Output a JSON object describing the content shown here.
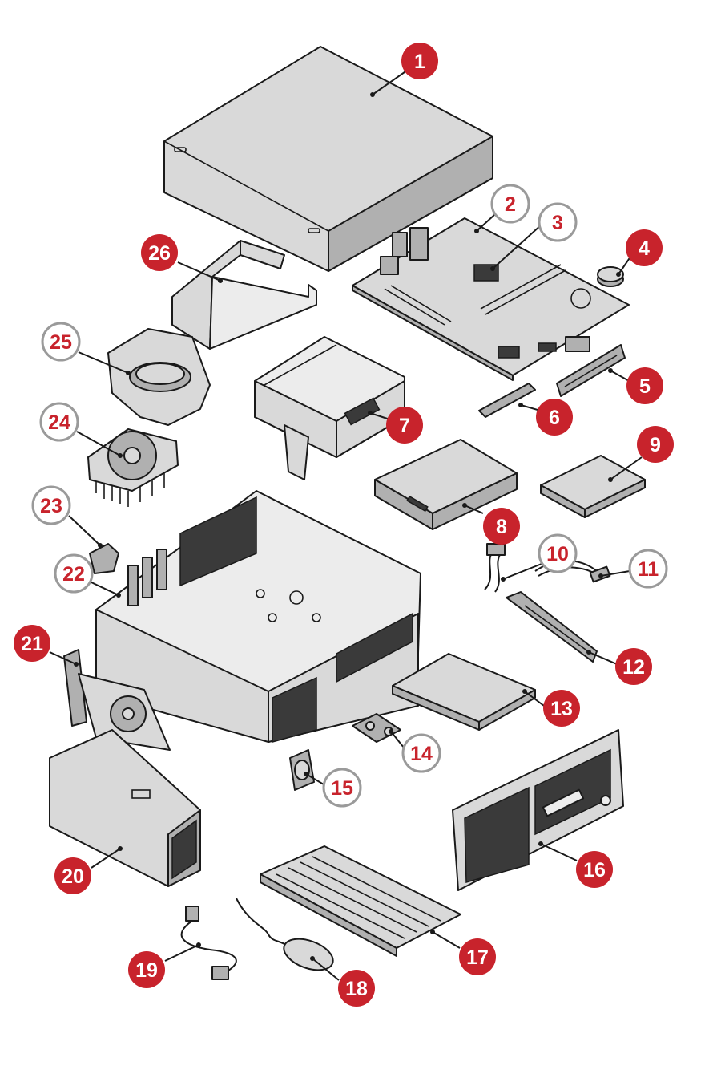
{
  "callouts": [
    {
      "id": "1",
      "style": "red"
    },
    {
      "id": "2",
      "style": "white"
    },
    {
      "id": "3",
      "style": "white"
    },
    {
      "id": "4",
      "style": "red"
    },
    {
      "id": "5",
      "style": "red"
    },
    {
      "id": "6",
      "style": "red"
    },
    {
      "id": "7",
      "style": "red"
    },
    {
      "id": "8",
      "style": "red"
    },
    {
      "id": "9",
      "style": "red"
    },
    {
      "id": "10",
      "style": "white"
    },
    {
      "id": "11",
      "style": "white"
    },
    {
      "id": "12",
      "style": "red"
    },
    {
      "id": "13",
      "style": "red"
    },
    {
      "id": "14",
      "style": "white"
    },
    {
      "id": "15",
      "style": "white"
    },
    {
      "id": "16",
      "style": "red"
    },
    {
      "id": "17",
      "style": "red"
    },
    {
      "id": "18",
      "style": "red"
    },
    {
      "id": "19",
      "style": "red"
    },
    {
      "id": "20",
      "style": "red"
    },
    {
      "id": "21",
      "style": "red"
    },
    {
      "id": "22",
      "style": "white"
    },
    {
      "id": "23",
      "style": "white"
    },
    {
      "id": "24",
      "style": "white"
    },
    {
      "id": "25",
      "style": "white"
    },
    {
      "id": "26",
      "style": "red"
    }
  ],
  "colors": {
    "badge_red": "#c8232c",
    "badge_white_border": "#9a9a9a",
    "part_fill": "#d9d9d9",
    "line": "#1a1a1a"
  }
}
